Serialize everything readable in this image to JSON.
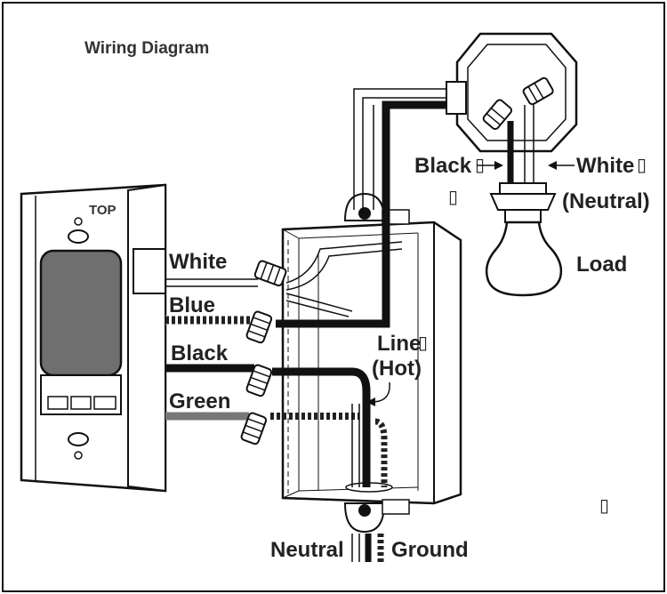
{
  "title": "Wiring Diagram",
  "switch": {
    "top_label": "TOP"
  },
  "wire_labels": {
    "white": "White",
    "blue": "Blue",
    "black": "Black",
    "green": "Green"
  },
  "fixture_labels": {
    "black": "Black",
    "white": "White",
    "neutral": "(Neutral)",
    "load": "Load"
  },
  "line_labels": {
    "line": "Line",
    "hot": "(Hot)"
  },
  "bottom_labels": {
    "neutral": "Neutral",
    "ground": "Ground"
  },
  "glyph": "▯",
  "colors": {
    "black_wire": "#1a1a1a",
    "blue_wire": "#2b2b2b",
    "green_wire": "#777777",
    "line": "#111111",
    "switch_face": "#6f6f6f"
  }
}
